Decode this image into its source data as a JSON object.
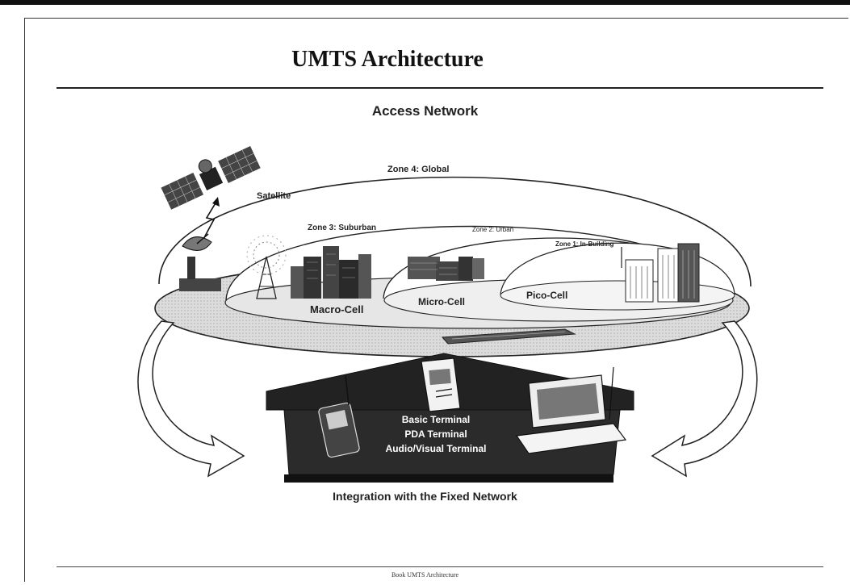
{
  "title": "UMTS Architecture",
  "access_network": "Access Network",
  "zones": {
    "global": "Zone 4: Global",
    "suburban": "Zone 3: Suburban",
    "urban": "Zone 2: Urban",
    "inbuilding": "Zone 1: In-Building"
  },
  "cells": {
    "satellite": "Satellite",
    "macro": "Macro-Cell",
    "micro": "Micro-Cell",
    "pico": "Pico-Cell"
  },
  "terminals": {
    "basic": "Basic Terminal",
    "pda": "PDA Terminal",
    "av": "Audio/Visual Terminal"
  },
  "fixed_network": "Integration with the Fixed Network",
  "footer": "Book UMTS Architecture"
}
